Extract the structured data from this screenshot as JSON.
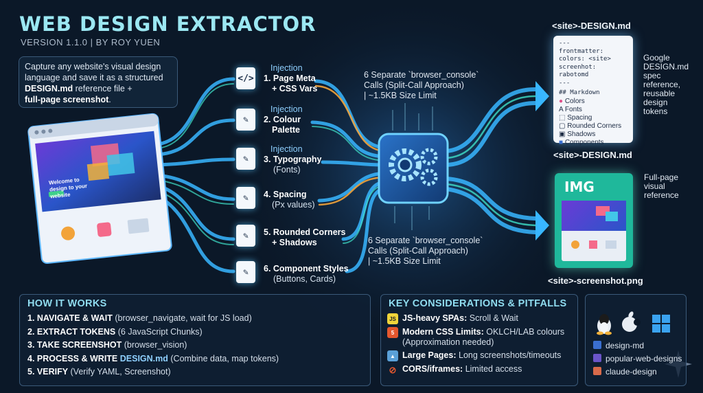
{
  "header": {
    "title": "WEB DESIGN EXTRACTOR",
    "subtitle": "VERSION 1.1.0  |  BY ROY YUEN"
  },
  "intro": {
    "line1": "Capture any website's visual design",
    "line2": "language and save it as a structured",
    "bold1": "DESIGN.md",
    "line3": " reference file +",
    "bold2": "full-page screenshot",
    "end": "."
  },
  "browser": {
    "hero_text": "Welcome to design to your website"
  },
  "steps": [
    {
      "inject": "Injection",
      "title": "1. Page Meta",
      "sub": "+ CSS Vars",
      "icon": "code-icon",
      "glyph": "</>"
    },
    {
      "inject": "Injection",
      "title": "2. Colour",
      "sub": "Palette",
      "icon": "pipette-icon",
      "glyph": "✎"
    },
    {
      "inject": "Injection",
      "title": "3. Typography",
      "sub": "(Fonts)",
      "icon": "pipette-icon",
      "glyph": "✎"
    },
    {
      "inject": "",
      "title": "4. Spacing",
      "sub": "(Px values)",
      "icon": "pipette-icon",
      "glyph": "✎"
    },
    {
      "inject": "",
      "title": "5. Rounded Corners",
      "sub": "+ Shadows",
      "icon": "pipette-icon",
      "glyph": "✎"
    },
    {
      "inject": "",
      "title": "6. Component Styles",
      "sub": "(Buttons, Cards)",
      "icon": "pipette-icon",
      "glyph": "✎"
    }
  ],
  "calls_top": {
    "l1": "6 Separate `browser_console`",
    "l2": "Calls (Split-Call Approach)",
    "l3": "| ~1.5KB Size Limit"
  },
  "calls_bottom": {
    "l1": "6 Separate `browser_console`",
    "l2": "Calls (Split-Call Approach)",
    "l3": "| ~1.5KB Size Limit"
  },
  "design_doc": {
    "top_label": "<site>-DESIGN.md",
    "bottom_label": "<site>-DESIGN.md",
    "yaml": [
      "---",
      "frontmatter:",
      "colors: <site>",
      "screenhot: rabotomd",
      "---"
    ],
    "md_header": "## Markdown",
    "items": [
      {
        "icon": "palette-icon",
        "label": "Colors"
      },
      {
        "icon": "font-icon",
        "label": "Fonts"
      },
      {
        "icon": "spacing-icon",
        "label": "Spacing"
      },
      {
        "icon": "rounded-corners-icon",
        "label": "Rounded Corners"
      },
      {
        "icon": "shadows-icon",
        "label": "Shadows"
      },
      {
        "icon": "components-icon",
        "label": "Components"
      }
    ],
    "note": [
      "Google",
      "DESIGN.md",
      "spec",
      "reference,",
      "reusable",
      "design",
      "tokens"
    ]
  },
  "screenshot_file": {
    "badge": "IMG",
    "label": "<site>-screenshot.png",
    "note": [
      "Full-page",
      "visual",
      "reference"
    ]
  },
  "how_it_works": {
    "heading": "HOW IT WORKS",
    "items": [
      {
        "bold": "1. NAVIGATE & WAIT",
        "rest": " (browser_navigate, wait for JS load)"
      },
      {
        "bold": "2. EXTRACT TOKENS",
        "rest": " (6 JavaScript Chunks)"
      },
      {
        "bold": "3. TAKE SCREENSHOT",
        "rest": " (browser_vision)"
      },
      {
        "bold": "4. PROCESS & WRITE ",
        "hl": "DESIGN.md",
        "rest": " (Combine data, map tokens)"
      },
      {
        "bold": "5. VERIFY",
        "rest": " (Verify YAML, Screenshot)"
      }
    ]
  },
  "considerations": {
    "heading": "KEY CONSIDERATIONS & PITFALLS",
    "items": [
      {
        "icon": "js-icon",
        "badge": "JS",
        "bold": "JS-heavy SPAs:",
        "rest": " Scroll & Wait",
        "rest2": ""
      },
      {
        "icon": "html5-icon",
        "badge": "5",
        "bold": "Modern CSS Limits:",
        "rest": " OKLCH/LAB colours",
        "rest2": "(Approximation needed)"
      },
      {
        "icon": "image-icon",
        "badge": "▲",
        "bold": "Large Pages:",
        "rest": " Long screenshots/timeouts",
        "rest2": ""
      },
      {
        "icon": "blocked-icon",
        "badge": "⊘",
        "bold": "CORS/iframes:",
        "rest": " Limited access",
        "rest2": ""
      }
    ]
  },
  "platforms": {
    "icons": [
      "linux-icon",
      "apple-icon",
      "windows-icon"
    ]
  },
  "repos": [
    {
      "icon": "repo-icon",
      "label": "design-md"
    },
    {
      "icon": "repo-icon",
      "label": "popular-web-designs"
    },
    {
      "icon": "repo-icon",
      "label": "claude-design"
    }
  ],
  "colors": {
    "accent": "#9be7f2",
    "flow_blue": "#38b6ff",
    "flow_teal": "#3fe0c8",
    "flow_orange": "#f2a33a",
    "hub": "#1e5fa8",
    "background": "#0b1828"
  }
}
